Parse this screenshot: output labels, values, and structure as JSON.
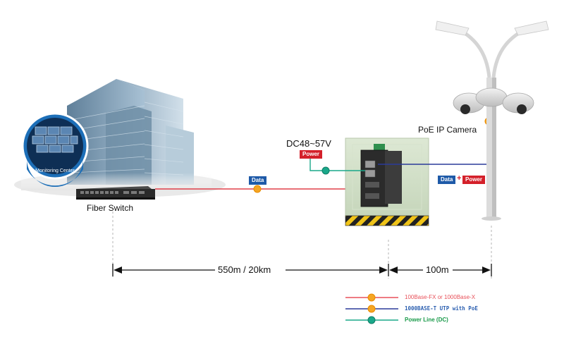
{
  "labels": {
    "monitoring_center": "Monitoring Center",
    "fiber_switch": "Fiber Switch",
    "dc_voltage": "DC48~57V",
    "poe_ip_camera": "PoE IP Camera",
    "distance_fiber": "550m / 20km",
    "distance_copper": "100m"
  },
  "badges": {
    "data": "Data",
    "power": "Power",
    "plus": "+"
  },
  "legend": [
    {
      "label": "100Base-FX or 1000Base-X",
      "color": "#e8515a"
    },
    {
      "label": "1000BASE-T UTP  with PoE",
      "color": "#2b3b9a"
    },
    {
      "label": "Power Line (DC)",
      "color": "#1aa88a"
    }
  ],
  "colors": {
    "fiber_line": "#e0404a",
    "utp_line": "#2b3b9a",
    "power_line": "#1aa88a",
    "data_badge": "#1e5aa8",
    "power_badge": "#d4202a"
  }
}
